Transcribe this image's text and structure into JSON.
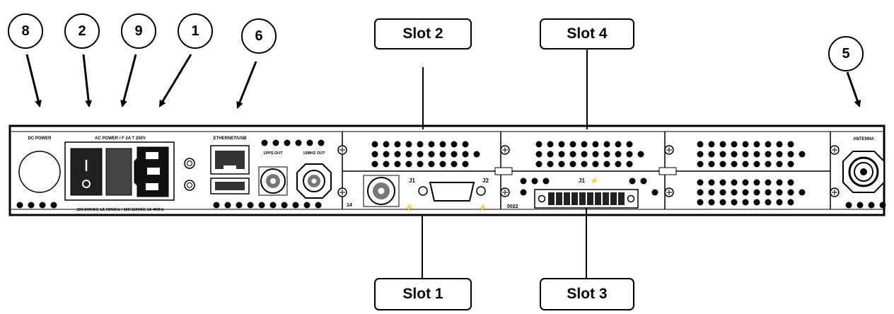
{
  "callouts": {
    "c8": "8",
    "c2": "2",
    "c9": "9",
    "c1": "1",
    "c6": "6",
    "c5": "5"
  },
  "slots": {
    "slot1": "Slot 1",
    "slot2": "Slot 2",
    "slot3": "Slot 3",
    "slot4": "Slot 4"
  },
  "panel": {
    "dc_power": "DC POWER",
    "ac_power": "AC POWER / F 2A T 250V",
    "ac_rating": "100-240VAC 1A 50/60Hz / 100-120VAC 1A 400Hz",
    "ethernet_usb": "ETHERNET/USB",
    "pps_out": "1PPS OUT",
    "mhz_out": "10MHZ OUT",
    "antenna": "ANTENNA",
    "slot1_j1": "J1",
    "slot1_j2": "J2",
    "slot1_num": "14",
    "slot3_j1": "J1",
    "slot3_num": "0022"
  }
}
